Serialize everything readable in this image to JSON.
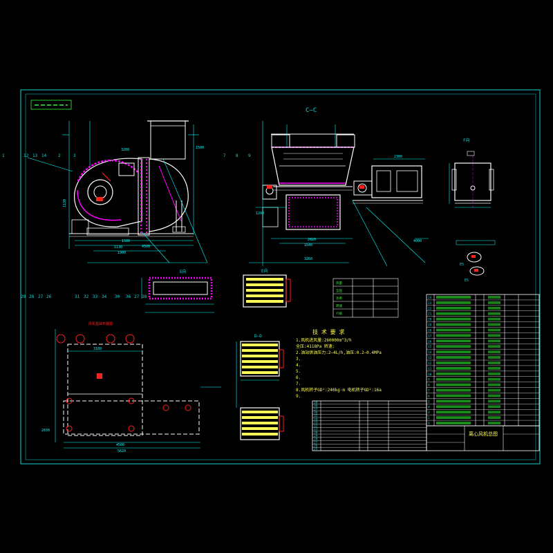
{
  "colors": {
    "background": "#000000",
    "frame": "#19d4d4",
    "lines": "#ffffff",
    "hatch": "#ff00ff",
    "dim": "#00ffff",
    "accent_red": "#ff2020",
    "accent_yellow": "#ffff55",
    "green": "#33ff33"
  },
  "section_cc_label": "C—C",
  "view_e_label": "E向",
  "section_dd_label": "D—D",
  "view_f_label": "F向",
  "tech_title": "技 术 要 求",
  "tech_lines": [
    "1.风机进风量:260000m^3/h",
    "  全压:4118Pa 转速:",
    "2.油站供油压力:2—4L/h,油压:0.2—0.4MPa",
    "3.",
    "4.",
    "5.",
    "6.",
    "7.",
    "8.风机转子GD²:240kg·m  电机转子GD²:16a",
    "9."
  ],
  "bom_row_numbers": [
    "24",
    "23",
    "22",
    "21",
    "20",
    "19",
    "18",
    "17",
    "16",
    "15",
    "14",
    "13",
    "12",
    "11",
    "10",
    "9",
    "8",
    "7",
    "6",
    "5",
    "4",
    "3",
    "2",
    "1"
  ],
  "bom_partial_rows": [
    "39",
    "38",
    "37",
    "36",
    "35",
    "34",
    "33",
    "32",
    "31",
    "30",
    "29",
    "28",
    "27",
    "26",
    "25"
  ],
  "callouts_left": [
    "1",
    "12",
    "13",
    "14",
    "2",
    "3"
  ],
  "callouts_mid": [
    "7",
    "8",
    "9"
  ],
  "callouts_bottom": [
    "29",
    "28",
    "27",
    "26",
    "31",
    "32",
    "33",
    "34",
    "30",
    "36",
    "27",
    "38"
  ],
  "dims_main": [
    "3200",
    "1580",
    "1130",
    "1900",
    "4500",
    "3260",
    "2620",
    "1640",
    "1290"
  ],
  "misc_small_label": "E5",
  "title_block_text": "离心风机总图"
}
